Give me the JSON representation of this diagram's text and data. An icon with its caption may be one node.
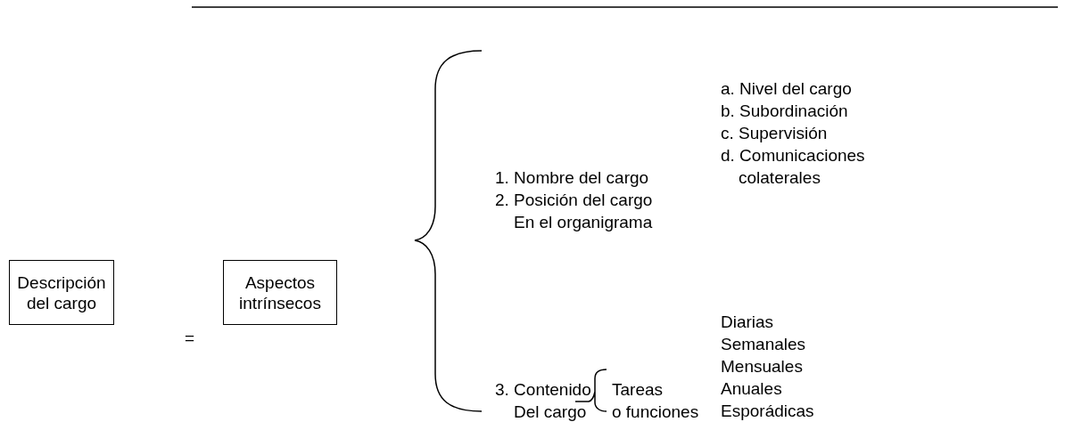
{
  "diagram": {
    "nodes": [
      {
        "text": [
          "Descripción del cargo"
        ]
      },
      {
        "text": [
          "Aspectos intrínsecos"
        ]
      }
    ],
    "edges": [],
    "labels": [
      "=",
      "1. Nombre del cargo",
      "2. Posición del cargo En el organigrama",
      "a. Nivel del cargo",
      "b. Subordinación",
      "c. Supervisión",
      "d. Comunicaciones colaterales",
      "3. Contenido Del cargo",
      "Tareas o funciones",
      "Diarias",
      "Semanales",
      "Mensuales",
      "Anuales",
      "Esporádicas"
    ]
  }
}
